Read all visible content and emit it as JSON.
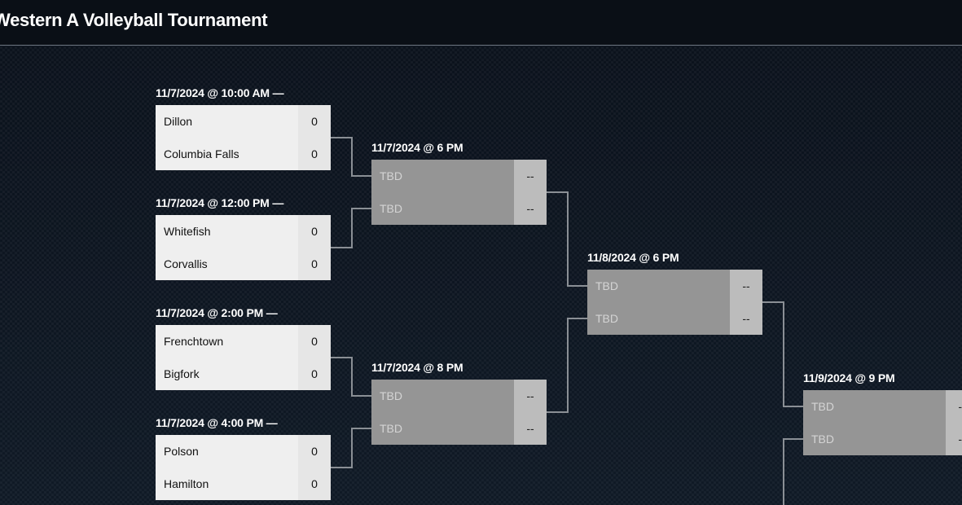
{
  "page": {
    "title": "Western A Volleyball Tournament"
  },
  "round1": [
    {
      "label": "11/7/2024 @ 10:00 AM —",
      "teams": [
        {
          "name": "Dillon",
          "score": "0"
        },
        {
          "name": "Columbia Falls",
          "score": "0"
        }
      ]
    },
    {
      "label": "11/7/2024 @ 12:00 PM —",
      "teams": [
        {
          "name": "Whitefish",
          "score": "0"
        },
        {
          "name": "Corvallis",
          "score": "0"
        }
      ]
    },
    {
      "label": "11/7/2024 @ 2:00 PM —",
      "teams": [
        {
          "name": "Frenchtown",
          "score": "0"
        },
        {
          "name": "Bigfork",
          "score": "0"
        }
      ]
    },
    {
      "label": "11/7/2024 @ 4:00 PM —",
      "teams": [
        {
          "name": "Polson",
          "score": "0"
        },
        {
          "name": "Hamilton",
          "score": "0"
        }
      ]
    }
  ],
  "round2": [
    {
      "label": "11/7/2024 @ 6 PM",
      "teams": [
        {
          "name": "TBD",
          "score": "--"
        },
        {
          "name": "TBD",
          "score": "--"
        }
      ]
    },
    {
      "label": "11/7/2024 @ 8 PM",
      "teams": [
        {
          "name": "TBD",
          "score": "--"
        },
        {
          "name": "TBD",
          "score": "--"
        }
      ]
    }
  ],
  "round3": [
    {
      "label": "11/8/2024 @ 6 PM",
      "teams": [
        {
          "name": "TBD",
          "score": "--"
        },
        {
          "name": "TBD",
          "score": "--"
        }
      ]
    }
  ],
  "round4": [
    {
      "label": "11/9/2024 @ 9 PM",
      "teams": [
        {
          "name": "TBD",
          "score": "--"
        },
        {
          "name": "TBD",
          "score": "--"
        }
      ]
    }
  ],
  "colors": {
    "background": "#0d1520",
    "connector": "#8a8f95",
    "completed_team_bg": "#efefef",
    "pending_team_bg": "#959595",
    "pending_score_bg": "#bcbcbc"
  }
}
